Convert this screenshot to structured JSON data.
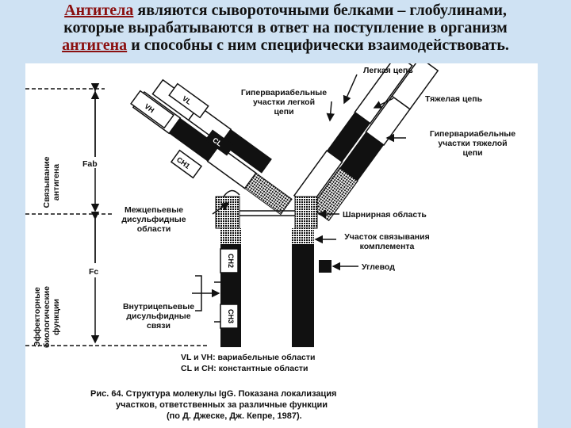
{
  "heading": {
    "term1": "Антитела",
    "rest1": " являются сывороточными белками – глобулинами,",
    "line2": "которые вырабатываются в ответ на поступление в организм",
    "term2": "антигена",
    "rest3": " и способны с ним специфически взаимодействовать."
  },
  "labels": {
    "light_chain": "Легкая цепь",
    "heavy_chain": "Тяжелая цепь",
    "hv_light_1": "Гипервариабельные",
    "hv_light_2": "участки легкой",
    "hv_light_3": "цепи",
    "hv_heavy_1": "Гипервариабельные",
    "hv_heavy_2": "участки тяжелой",
    "hv_heavy_3": "цепи",
    "inter_1": "Межцепьевые",
    "inter_2": "дисульфидные",
    "inter_3": "области",
    "hinge": "Шарнирная область",
    "complement_1": "Участок связывания",
    "complement_2": "комплемента",
    "carb": "Углевод",
    "intra_1": "Внутрицепьевые",
    "intra_2": "дисульфидные",
    "intra_3": "связи",
    "fab": "Fab",
    "fc": "Fc",
    "side_top_1": "Связывание",
    "side_top_2": "антигена",
    "side_bot_1": "Эффекторные",
    "side_bot_2": "биологические",
    "side_bot_3": "функции"
  },
  "domains": {
    "vl": "VL",
    "vh": "VH",
    "cl": "CL",
    "ch1": "CH1",
    "ch2": "CH2",
    "ch3": "CH3"
  },
  "legend": {
    "line1": "VL и VH: вариабельные области",
    "line2": "CL и CH: константные области"
  },
  "caption": {
    "line1": "Рис. 64. Структура молекулы IgG. Показана локализация",
    "line2": "участков, ответственных за различные функции",
    "line3": "(по Д. Джеске, Дж. Кепре, 1987)."
  }
}
